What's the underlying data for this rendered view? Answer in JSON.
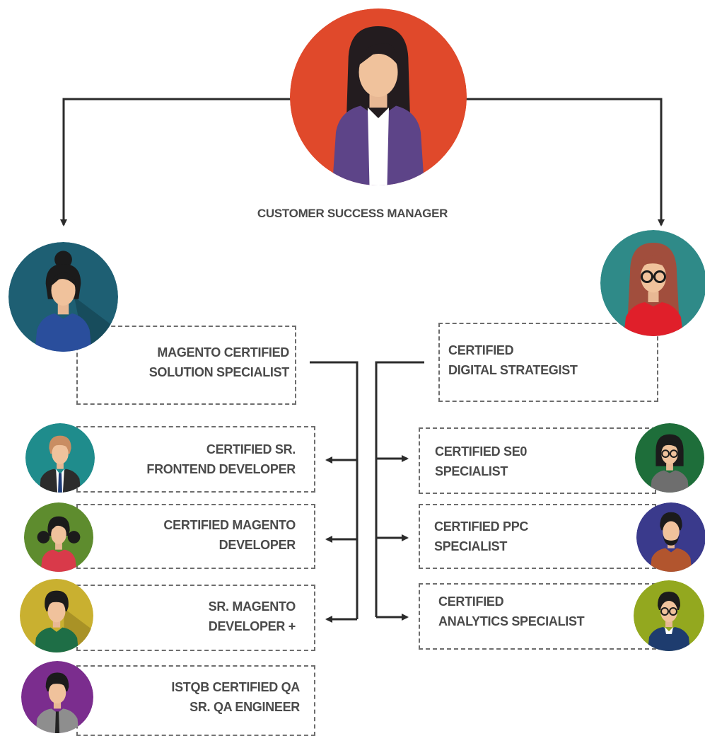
{
  "manager": {
    "title": "CUSTOMER SUCCESS MANAGER",
    "avatar": "woman-manager-icon",
    "bg_color": "#e0492b"
  },
  "left_branch": {
    "lead": {
      "lines": [
        "MAGENTO CERTIFIED",
        "SOLUTION SPECIALIST"
      ],
      "avatar": "woman-bun-icon",
      "bg_color": "#1e5f73"
    },
    "members": [
      {
        "lines": [
          "CERTIFIED SR.",
          "FRONTEND DEVELOPER"
        ],
        "avatar": "man-suit-icon",
        "bg_color": "#1f8c8c"
      },
      {
        "lines": [
          "CERTIFIED MAGENTO",
          "DEVELOPER"
        ],
        "avatar": "girl-pigtails-icon",
        "bg_color": "#5e8c2e"
      },
      {
        "lines": [
          "SR. MAGENTO",
          "DEVELOPER +"
        ],
        "avatar": "man-green-shirt-icon",
        "bg_color": "#c9b030"
      },
      {
        "lines": [
          "ISTQB CERTIFIED QA",
          "SR. QA ENGINEER"
        ],
        "avatar": "man-tie-icon",
        "bg_color": "#7b2d8e"
      }
    ]
  },
  "right_branch": {
    "lead": {
      "lines": [
        "CERTIFIED",
        "DIGITAL STRATEGIST"
      ],
      "avatar": "woman-glasses-icon",
      "bg_color": "#2f8a88"
    },
    "members": [
      {
        "lines": [
          "CERTIFIED SE0",
          "SPECIALIST"
        ],
        "avatar": "woman-glasses-dark-icon",
        "bg_color": "#1e6e3a"
      },
      {
        "lines": [
          "CERTIFIED PPC",
          "SPECIALIST"
        ],
        "avatar": "bearded-man-icon",
        "bg_color": "#3a3a8c"
      },
      {
        "lines": [
          "CERTIFIED",
          "ANALYTICS SPECIALIST"
        ],
        "avatar": "man-glasses-icon",
        "bg_color": "#93a81f"
      }
    ]
  },
  "colors": {
    "line": "#2b2b2b",
    "dash": "#6d6d6d",
    "text": "#4a4a4a"
  }
}
